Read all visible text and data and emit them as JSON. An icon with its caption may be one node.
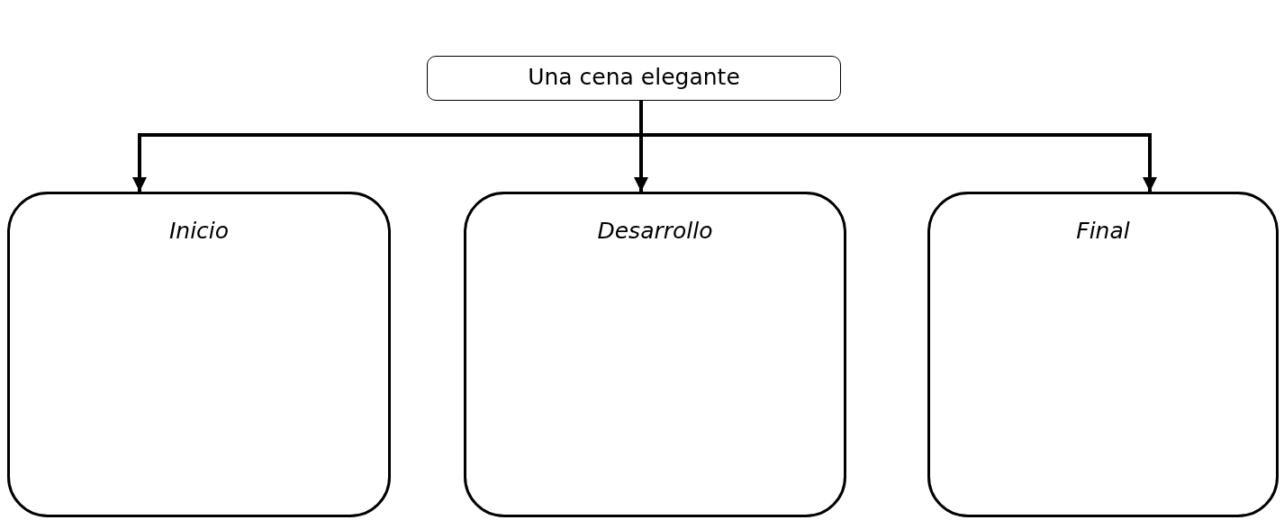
{
  "diagram": {
    "nodes": [
      {
        "text": [
          "Una cena elegante"
        ]
      },
      {
        "text": [
          "Inicio"
        ]
      },
      {
        "text": [
          "Desarrollo"
        ]
      },
      {
        "text": [
          "Final"
        ]
      }
    ],
    "edges": [
      {
        "from": 0,
        "to": 1,
        "arrow": "to"
      },
      {
        "from": 0,
        "to": 2,
        "arrow": "to"
      },
      {
        "from": 0,
        "to": 3,
        "arrow": "to"
      }
    ]
  }
}
